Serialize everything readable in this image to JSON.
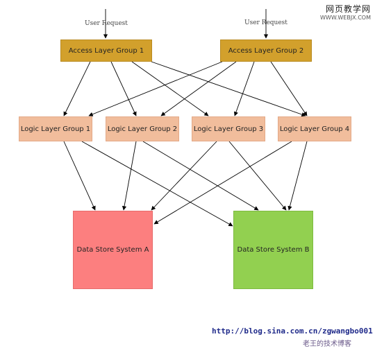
{
  "requests": [
    "User Request",
    "User Request"
  ],
  "access_groups": [
    "Access Layer Group 1",
    "Access Layer Group 2"
  ],
  "logic_groups": [
    "Logic Layer Group 1",
    "Logic Layer Group 2",
    "Logic Layer Group 3",
    "Logic Layer Group 4"
  ],
  "stores": [
    "Data Store System A",
    "Data Store System B"
  ],
  "watermark": {
    "site": "网页教学网",
    "site_url": "WWW.WEBJX.COM",
    "url": "http://blog.sina.com.cn/zgwangbo001",
    "blog": "老王的技术博客"
  },
  "colors": {
    "access": "#d2a02c",
    "logic": "#f1bd9c",
    "store_a": "#fc7f7f",
    "store_b": "#92d050",
    "edge": "#000000"
  }
}
